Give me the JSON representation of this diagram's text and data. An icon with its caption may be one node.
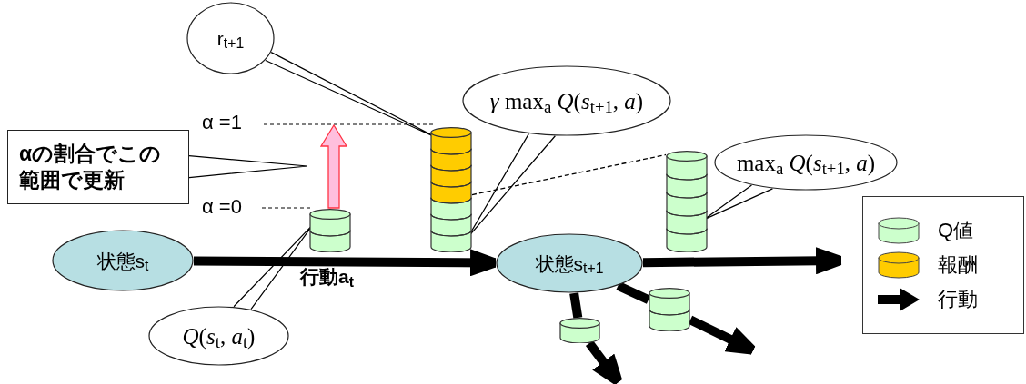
{
  "diagram": {
    "nodes": [
      {
        "text": [
          "状態s$_{t}$"
        ]
      },
      {
        "text": [
          "状態s$_{t+1}$"
        ]
      },
      {
        "text": [],
        "shape": "cylinder"
      },
      {
        "text": [],
        "shape": "cylinder"
      },
      {
        "text": [],
        "shape": "cylinder"
      },
      {
        "text": [],
        "shape": "cylinder"
      },
      {
        "text": [],
        "shape": "cylinder"
      },
      {
        "text": [
          "αの割合でこの範囲で更新"
        ]
      },
      {
        "text": [
          "r$_{t+1}$"
        ]
      },
      {
        "text": [
          "*γ* max$_{a}$ *Q*(*s*$_{t+1}$, *a*)"
        ]
      },
      {
        "text": [
          "max$_{a}$ *Q*(*s*$_{t+1}$, *a*)"
        ]
      },
      {
        "text": [
          "*Q*(*s*$_{t}$, *a*$_{t}$)"
        ]
      }
    ],
    "edges": [
      {
        "from": 0,
        "to": 1,
        "arrow": "to",
        "style": "thick",
        "label": "行動a$_{t}$"
      },
      {
        "from": 1,
        "to": null,
        "arrow": "to",
        "style": "thick"
      },
      {
        "from": 1,
        "to": 5,
        "arrow": "none",
        "style": "thick"
      },
      {
        "from": 5,
        "to": null,
        "arrow": "to",
        "style": "thick"
      },
      {
        "from": 1,
        "to": 6,
        "arrow": "none",
        "style": "thick"
      },
      {
        "from": 6,
        "to": null,
        "arrow": "to",
        "style": "thick"
      },
      {
        "from": 3,
        "to": 4,
        "arrow": "none",
        "style": "dashed"
      },
      {
        "from": 7,
        "to": null,
        "arrow": "none"
      },
      {
        "from": 8,
        "to": 3,
        "arrow": "none"
      },
      {
        "from": 9,
        "to": 3,
        "arrow": "none"
      },
      {
        "from": 10,
        "to": 4,
        "arrow": "none"
      },
      {
        "from": 11,
        "to": 2,
        "arrow": "none"
      }
    ],
    "labels": [
      "α =1",
      "α =0"
    ],
    "legend": [
      {
        "text": "Q値",
        "color": "#ccffcc"
      },
      {
        "text": "報酬",
        "color": "#ffcc00"
      },
      {
        "text": "行動"
      }
    ]
  }
}
